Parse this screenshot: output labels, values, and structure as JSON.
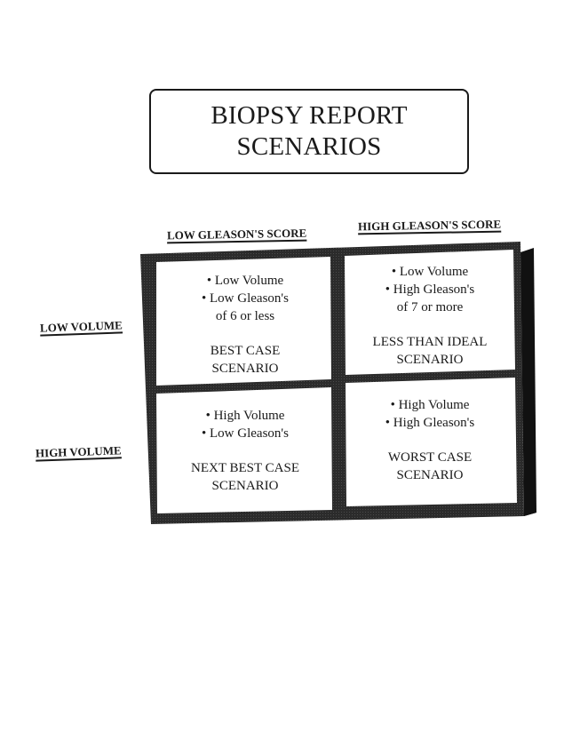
{
  "title": {
    "line1": "BIOPSY REPORT",
    "line2": "SCENARIOS"
  },
  "columns": {
    "low": "LOW GLEASON'S SCORE",
    "high": "HIGH GLEASON'S SCORE"
  },
  "rows": {
    "low": "LOW VOLUME",
    "high": "HIGH VOLUME"
  },
  "cells": {
    "low_volume_low_gleason": {
      "bullets": [
        "• Low Volume",
        "• Low Gleason's",
        "of 6 or less"
      ],
      "outcome": [
        "BEST CASE",
        "SCENARIO"
      ]
    },
    "low_volume_high_gleason": {
      "bullets": [
        "• Low Volume",
        "• High Gleason's",
        "of 7 or more"
      ],
      "outcome": [
        "LESS THAN IDEAL",
        "SCENARIO"
      ]
    },
    "high_volume_low_gleason": {
      "bullets": [
        "• High Volume",
        "• Low Gleason's"
      ],
      "outcome": [
        "NEXT BEST CASE",
        "SCENARIO"
      ]
    },
    "high_volume_high_gleason": {
      "bullets": [
        "• High Volume",
        "• High Gleason's"
      ],
      "outcome": [
        "WORST CASE",
        "SCENARIO"
      ]
    }
  },
  "colors": {
    "ink": "#1a1a1a",
    "frame": "#2b2b2b"
  }
}
